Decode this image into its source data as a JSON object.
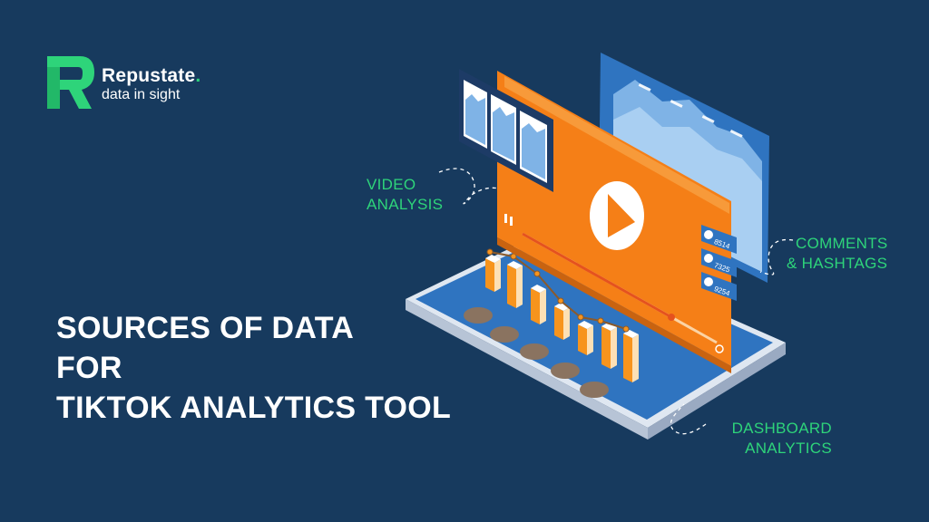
{
  "brand": {
    "name": "Repustate",
    "dot": ".",
    "tagline": "data in sight"
  },
  "headline": {
    "line1": "SOURCES OF DATA",
    "line2": "FOR",
    "line3": "TIKTOK ANALYTICS TOOL"
  },
  "callouts": {
    "video": [
      "VIDEO",
      "ANALYSIS"
    ],
    "comments": [
      "COMMENTS",
      "& HASHTAGS"
    ],
    "dashboard": [
      "DASHBOARD",
      "ANALYTICS"
    ]
  },
  "stats": [
    {
      "icon": "heart-icon",
      "value": "8514"
    },
    {
      "icon": "comment-icon",
      "value": "7325"
    },
    {
      "icon": "share-icon",
      "value": "9254"
    }
  ],
  "colors": {
    "background": "#173a5e",
    "accent_green": "#2ed47a",
    "orange": "#f7941d",
    "blue_panel": "#2f74c0"
  }
}
